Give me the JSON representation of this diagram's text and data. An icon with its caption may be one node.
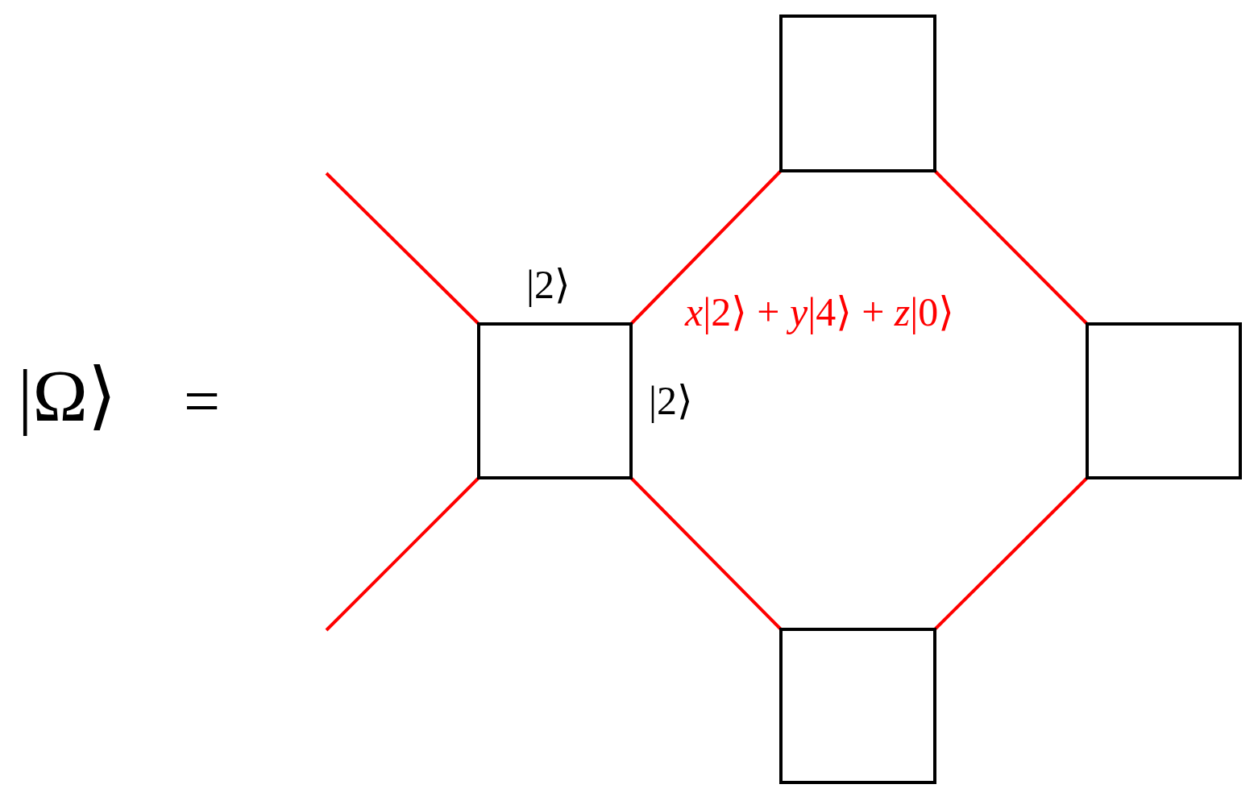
{
  "diagram": {
    "nodes": [
      {
        "text": [],
        "shape": "box"
      },
      {
        "text": [],
        "shape": "box"
      },
      {
        "text": [],
        "shape": "box"
      },
      {
        "text": [],
        "shape": "box"
      }
    ],
    "edges": [
      {
        "from": null,
        "to": 0,
        "arrow": "none"
      },
      {
        "from": null,
        "to": 0,
        "arrow": "none"
      },
      {
        "from": 0,
        "to": 1,
        "arrow": "none"
      },
      {
        "from": 1,
        "to": 3,
        "arrow": "none"
      },
      {
        "from": 0,
        "to": 2,
        "arrow": "none"
      },
      {
        "from": 2,
        "to": 3,
        "arrow": "none"
      }
    ],
    "labels": [
      "|Ω⟩",
      "=",
      "|2⟩",
      "|2⟩",
      "*x*|2⟩ + *y*|4⟩ + *z*|0⟩"
    ]
  }
}
